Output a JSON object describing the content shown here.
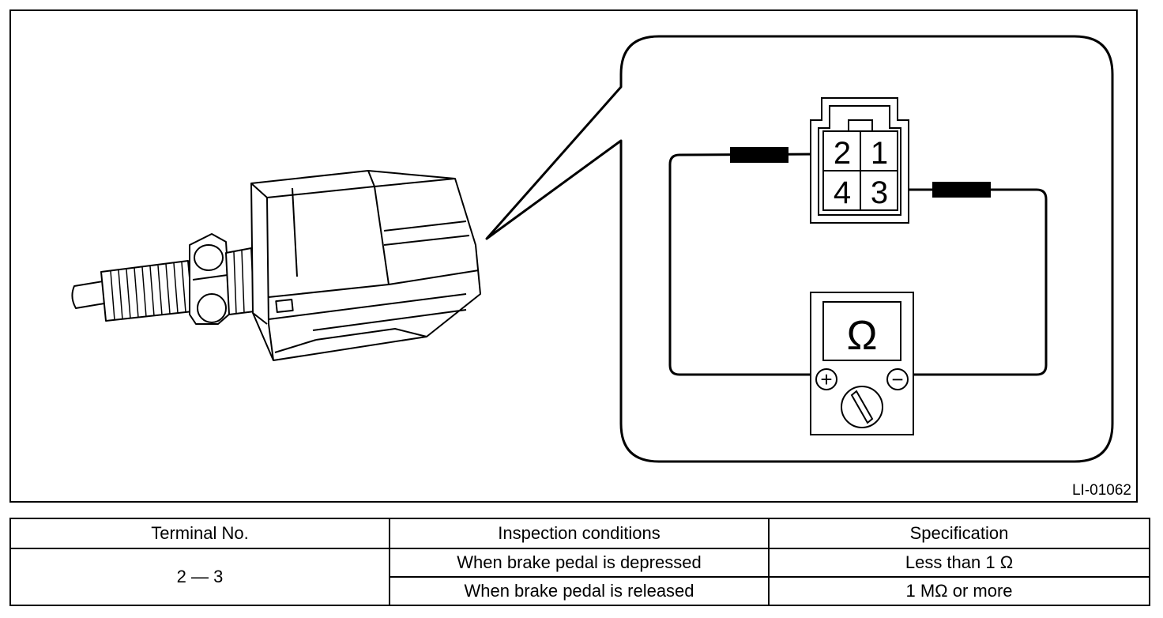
{
  "diagram": {
    "figure_id": "LI-01062",
    "connector_terminals": [
      "2",
      "1",
      "4",
      "3"
    ],
    "meter_symbol": "Ω",
    "meter_terminals": {
      "positive": "+",
      "negative": "−"
    }
  },
  "table": {
    "headers": [
      "Terminal No.",
      "Inspection conditions",
      "Specification"
    ],
    "terminal": "2 — 3",
    "rows": [
      {
        "condition": "When brake pedal is depressed",
        "spec": "Less than 1 Ω"
      },
      {
        "condition": "When brake pedal is released",
        "spec": "1 MΩ or more"
      }
    ]
  },
  "colors": {
    "line": "#000000",
    "background": "#ffffff"
  }
}
